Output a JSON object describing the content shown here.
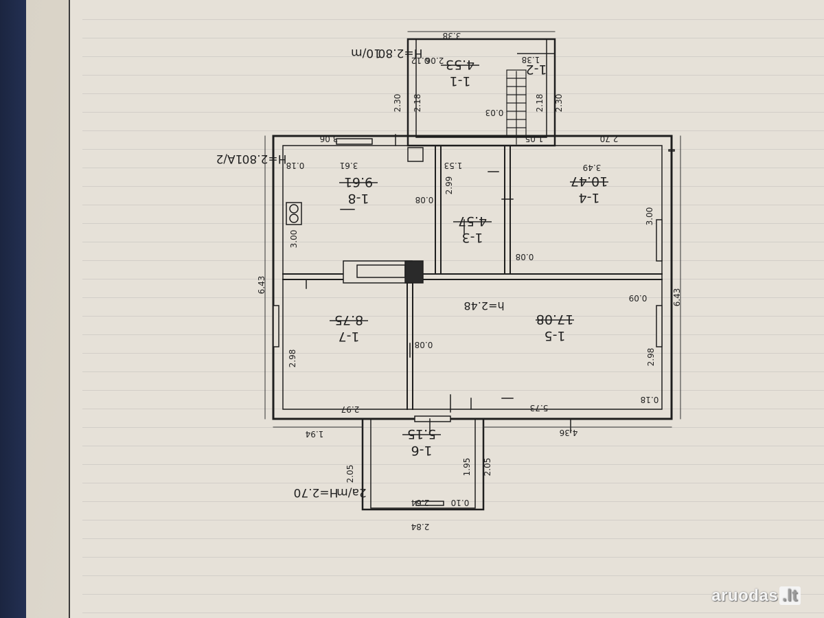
{
  "plan": {
    "section_top": {
      "label": "10/m",
      "height": "H=2.80"
    },
    "section_main": {
      "label": "1A/2",
      "height": "H=2.80"
    },
    "section_bottom": {
      "label": "2a/m",
      "height": "H=2.70"
    },
    "hallway_height": "h=2.48",
    "rooms": [
      {
        "id": "1-1",
        "area": "4.53"
      },
      {
        "id": "1-2",
        "area": ""
      },
      {
        "id": "1-3",
        "area": "4.57"
      },
      {
        "id": "1-4",
        "area": "10.47"
      },
      {
        "id": "1-5",
        "area": "17.08"
      },
      {
        "id": "1-6",
        "area": "5.15"
      },
      {
        "id": "1-7",
        "area": "8.75"
      },
      {
        "id": "1-8",
        "area": "9.61"
      }
    ],
    "dimensions": {
      "top_ext_width": "3.38",
      "top_ext_inner": "2.06",
      "top_ext_wall": "0.12",
      "stair_width": "1.38",
      "top_ext_left_outer": "2.30",
      "top_ext_left_inner": "2.18",
      "top_ext_right_inner": "2.18",
      "top_ext_right_outer": "2.30",
      "top_ext_small": "0.03",
      "stair_bottom": "1.05",
      "top_left_outer": "3.06",
      "top_right_outer": "2.70",
      "room8_top": "3.61",
      "room8_wall": "0.18",
      "room3_top": "1.53",
      "room4_top": "3.49",
      "room3_height": "2.99",
      "room8_partition": "0.08",
      "room8_height": "3.00",
      "room4_height": "3.00",
      "room4_partition": "0.08",
      "left_outer": "6.43",
      "right_outer": "6.43",
      "room5_partition": "0.09",
      "room7_height": "2.98",
      "room7_partition": "0.08",
      "room5_height": "2.98",
      "room7_width": "2.97",
      "room5_width": "5.73",
      "room5_wall": "0.18",
      "bottom_left_outer": "1.94",
      "bottom_right_outer": "4.36",
      "porch_left_outer": "2.05",
      "porch_left_inner": "1.95",
      "porch_right_outer": "2.05",
      "porch_inner_width": "2.64",
      "porch_wall": "0.10",
      "porch_outer_width": "2.84"
    }
  },
  "watermark": {
    "brand": "aruodas",
    "tld": ".lt"
  }
}
